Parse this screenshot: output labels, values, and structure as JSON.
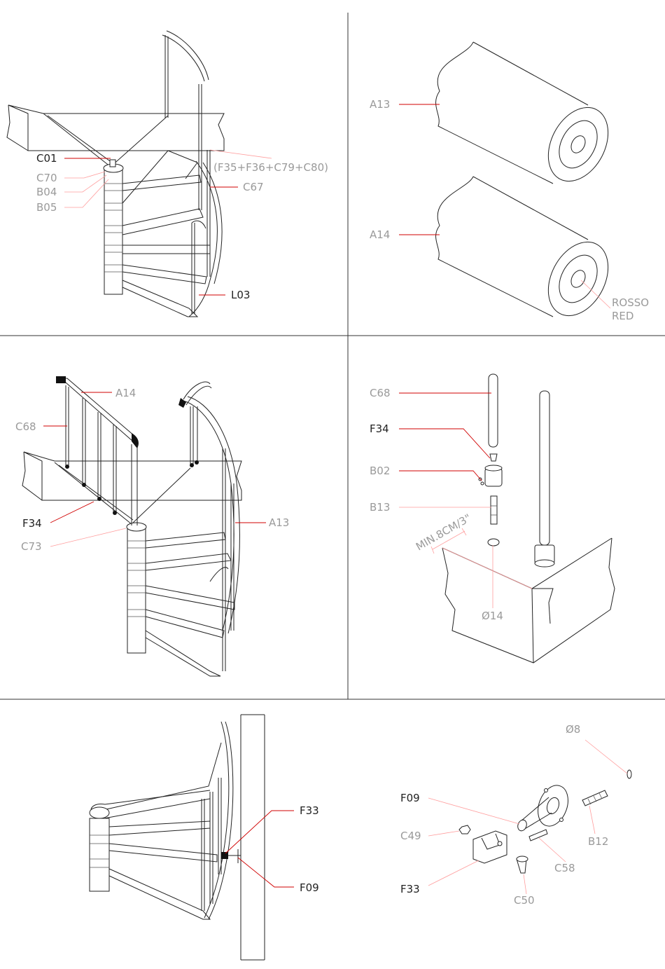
{
  "labels": {
    "c01": "C01",
    "c70": "C70",
    "b04": "B04",
    "b05": "B05",
    "f35_group": "(F35+F36+C79+C80)",
    "c67": "C67",
    "l03": "L03",
    "a13_top": "A13",
    "a14_top": "A14",
    "rosso": "ROSSO",
    "red": "RED",
    "a14_mid": "A14",
    "c68_left": "C68",
    "f34_left": "F34",
    "c73": "C73",
    "a13_mid": "A13",
    "c68_right": "C68",
    "f34_right": "F34",
    "b02": "B02",
    "b13": "B13",
    "min_dist": "MIN.8CM/3\"",
    "dia14": "Ø14",
    "f33_left": "F33",
    "f09_left": "F09",
    "dia8": "Ø8",
    "f09_right": "F09",
    "c49": "C49",
    "c58": "C58",
    "b12": "B12",
    "c50": "C50",
    "f33_right": "F33"
  },
  "colors": {
    "line": "#222222",
    "leader_red": "#d00000",
    "leader_light": "#ff9d9d",
    "label_light": "#9a9a9a"
  }
}
